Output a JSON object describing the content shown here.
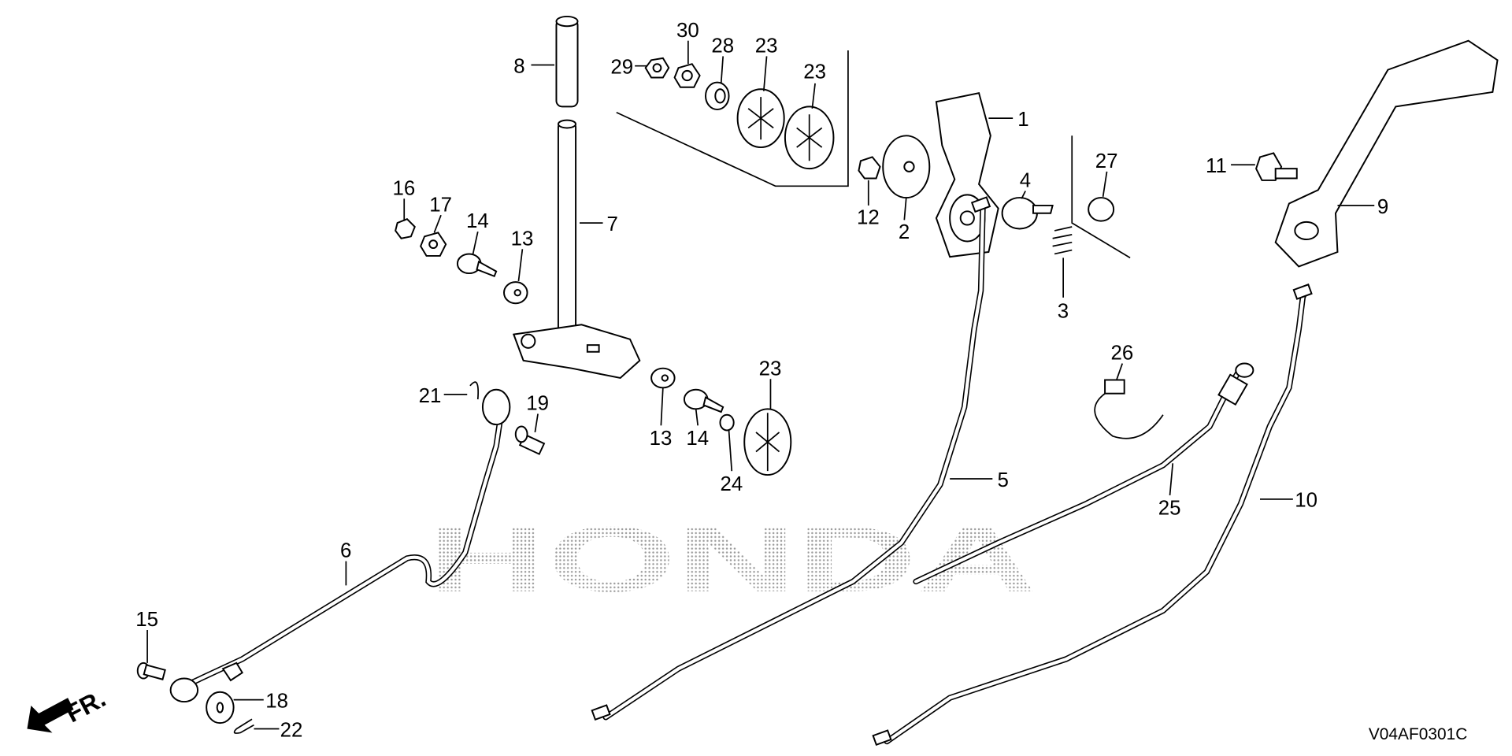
{
  "diagram": {
    "watermark": "HONDA",
    "direction_marker": "FR.",
    "diagram_code": "V04AF0301C",
    "callouts": {
      "c1": "1",
      "c2": "2",
      "c3": "3",
      "c4": "4",
      "c5": "5",
      "c6": "6",
      "c7": "7",
      "c8": "8",
      "c9": "9",
      "c10": "10",
      "c11": "11",
      "c12": "12",
      "c13a": "13",
      "c13b": "13",
      "c14a": "14",
      "c14b": "14",
      "c15": "15",
      "c16": "16",
      "c17": "17",
      "c18": "18",
      "c19": "19",
      "c21": "21",
      "c22": "22",
      "c23a": "23",
      "c23b": "23",
      "c23c": "23",
      "c24": "24",
      "c25": "25",
      "c26": "26",
      "c27": "27",
      "c28": "28",
      "c29": "29",
      "c30": "30"
    }
  }
}
